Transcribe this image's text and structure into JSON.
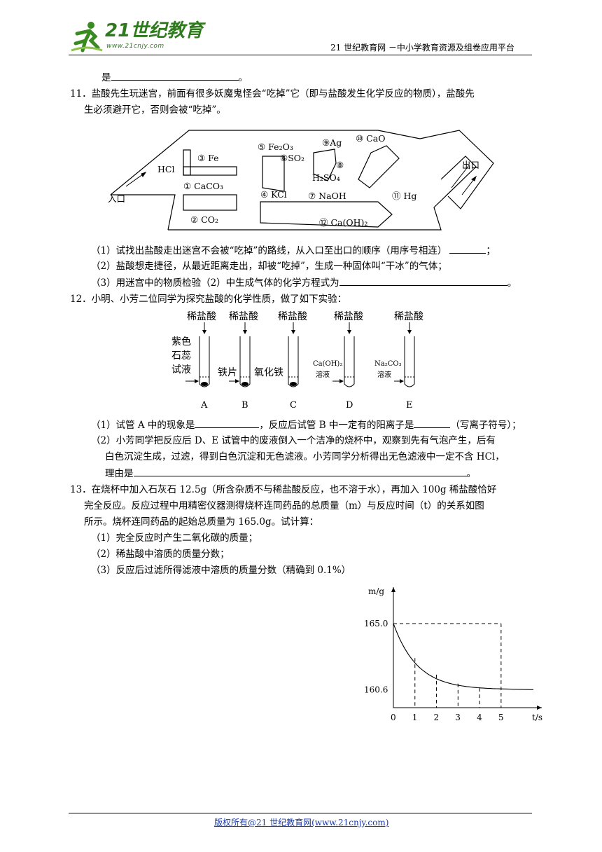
{
  "header": {
    "logo_main": "21世纪教育",
    "logo_sub": "www.21cnjy.com",
    "right_text": "21 世纪教育网 －中小学教育资源及组卷应用平台"
  },
  "content": {
    "line0_prefix": "是",
    "line0_suffix": "。",
    "q11_line1": "11．盐酸先生玩迷宫，前面有很多妖魔鬼怪会“吃掉”它（即与盐酸发生化学反应的物质），盐酸先",
    "q11_line2": "生必须避开它，否则会被“吃掉”。",
    "maze": {
      "entrance": "入口",
      "exit": "出口",
      "hcl": "HCl",
      "items": [
        "③ Fe",
        "① CaCO₃",
        "② CO₂",
        "⑤ Fe₂O₃",
        "⑥SO₂",
        "⑨Ag",
        "⑧",
        "H₂SO₄",
        "⑩ CaO",
        "④ KCl",
        "⑦ NaOH",
        "⑪ Hg",
        "⑫ Ca(OH)₂"
      ]
    },
    "q11_sub1": "（1）试找出盐酸走出迷宫不会被“吃掉”的路线，从入口至出口的顺序（用序号相连）",
    "q11_sub1_end": "；",
    "q11_sub2": "（2）盐酸想走捷径，从最近距离走出，却被“吃掉”，生成一种固体叫“干冰”的气体；",
    "q11_sub3": "（3）用迷宫中的物质检验（2）中生成气体的化学方程式为",
    "q11_sub3_end": "。",
    "q12_line1": "12．小明、小芳二位同学为探究盐酸的化学性质，做了如下实验：",
    "tubes": {
      "acid": "稀盐酸",
      "a_label": [
        "紫色",
        "石蕊",
        "试液"
      ],
      "b_label": "铁片",
      "c_label": "氧化铁",
      "d_label": [
        "Ca(OH)₂",
        "溶液"
      ],
      "e_label": [
        "Na₂CO₃",
        "溶液"
      ],
      "letters": [
        "A",
        "B",
        "C",
        "D",
        "E"
      ]
    },
    "q12_sub1_a": "（1）试管 A 中的现象是",
    "q12_sub1_b": "，反应后试管 B 中一定有的阳离子是",
    "q12_sub1_c": "（写离子符号）；",
    "q12_sub2_l1": "（2）小芳同学把反应后 D、E 试管中的废液倒入一个洁净的烧杯中，观察到先有气泡产生，后有",
    "q12_sub2_l2": "白色沉淀生成，过滤，得到白色沉淀和无色滤液。小芳同学分析得出无色滤液中一定不含 HCl，",
    "q12_sub2_l3": "理由是",
    "q12_sub2_l3_end": "。",
    "q13_l1": "13．在烧杯中加入石灰石 12.5g（所含杂质不与稀盐酸反应，也不溶于水），再加入 100g 稀盐酸恰好",
    "q13_l2": "完全反应。反应过程中用精密仪器测得烧杯连同药品的总质量（m）与反应时间（t）的关系如图",
    "q13_l3": "所示。烧杯连同药品的起始总质量为 165.0g。试计算：",
    "q13_s1": "（1）完全反应时产生二氧化碳的质量；",
    "q13_s2": "（2）稀盐酸中溶质的质量分数；",
    "q13_s3": "（3）反应后过滤所得滤液中溶质的质量分数（精确到 0.1%）"
  },
  "chart_data": {
    "type": "line",
    "ylabel": "m/g",
    "xlabel": "t/s",
    "x_ticks": [
      "0",
      "1",
      "2",
      "3",
      "4",
      "5"
    ],
    "y_ticks": [
      "165.0",
      "160.6"
    ],
    "x": [
      0,
      1,
      2,
      3,
      4,
      5,
      6.5
    ],
    "y": [
      165.0,
      162.7,
      161.6,
      161.0,
      160.7,
      160.6,
      160.6
    ],
    "xlim": [
      0,
      6.5
    ],
    "ylim": [
      159.4,
      166.4
    ],
    "grid": false
  },
  "footer": {
    "text": "版权所有@21 世纪教育网(www.21cnjy.com)"
  }
}
